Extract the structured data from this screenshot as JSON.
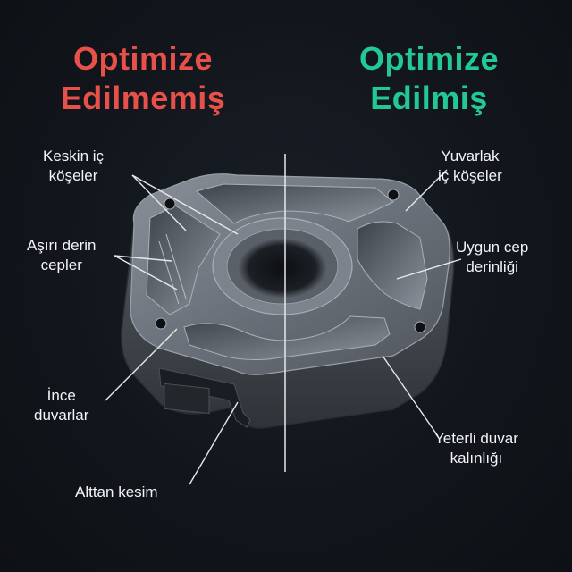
{
  "colors": {
    "background": "#12161c",
    "unoptimized": "#e8504a",
    "optimized": "#22c994",
    "label_text": "#f2f4f6",
    "leader_line": "#e6e9ec"
  },
  "titles": {
    "left": {
      "line1": "Optimize",
      "line2": "Edilmemiş"
    },
    "right": {
      "line1": "Optimize",
      "line2": "Edilmiş"
    }
  },
  "labels_left": {
    "sharp_corners": {
      "line1": "Keskin iç",
      "line2": "köşeler"
    },
    "deep_pockets": {
      "line1": "Aşırı derin",
      "line2": "cepler"
    },
    "thin_walls": {
      "line1": "İnce",
      "line2": "duvarlar"
    },
    "undercut": {
      "line1": "Alttan kesim"
    }
  },
  "labels_right": {
    "rounded_corners": {
      "line1": "Yuvarlak",
      "line2": "iç köşeler"
    },
    "proper_depth": {
      "line1": "Uygun cep",
      "line2": "derinliği"
    },
    "sufficient_wall": {
      "line1": "Yeterli duvar",
      "line2": "kalınlığı"
    }
  }
}
